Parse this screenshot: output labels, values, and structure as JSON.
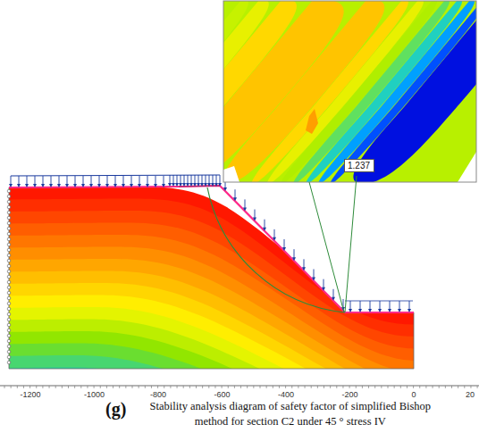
{
  "diagram": {
    "caption": "Stability analysis diagram of safety factor of simplified Bishop method for section C2 under 45 ° stress IV",
    "nodes": [
      {
        "text": [
          "1.237"
        ]
      }
    ],
    "labels": [
      "-1200",
      "-1000",
      "-800",
      "-600",
      "-400",
      "-200",
      "0",
      "20",
      "(g)"
    ]
  }
}
